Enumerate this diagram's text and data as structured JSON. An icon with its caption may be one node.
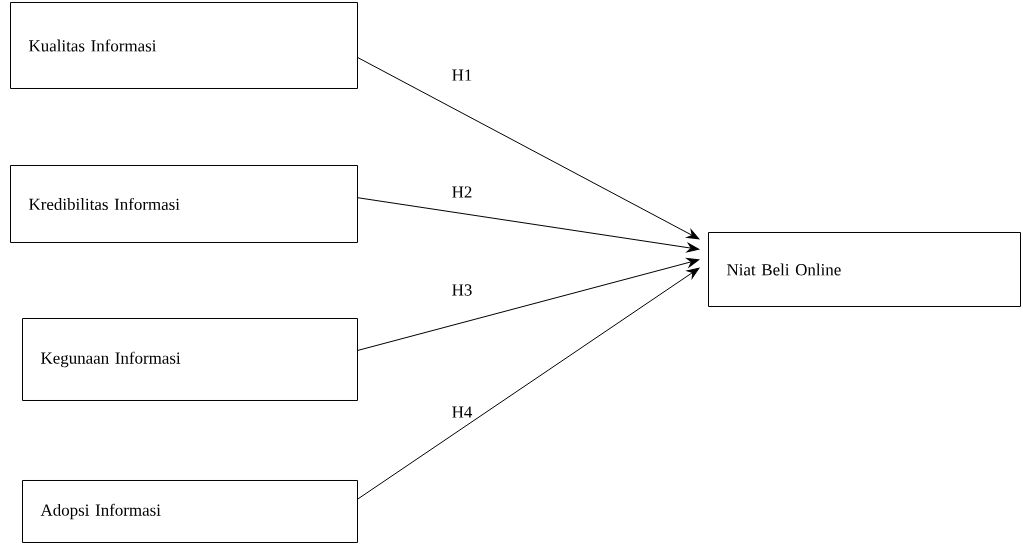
{
  "diagram": {
    "nodes": [
      {
        "text": [
          "Kualitas Informasi"
        ]
      },
      {
        "text": [
          "Kredibilitas Informasi"
        ]
      },
      {
        "text": [
          "Kegunaan Informasi"
        ]
      },
      {
        "text": [
          "Adopsi Informasi"
        ]
      },
      {
        "text": [
          "Niat Beli Online"
        ]
      }
    ],
    "edges": [
      {
        "from": 0,
        "to": 4,
        "arrow": "to",
        "label": "H1"
      },
      {
        "from": 1,
        "to": 4,
        "arrow": "to",
        "label": "H2"
      },
      {
        "from": 2,
        "to": 4,
        "arrow": "to",
        "label": "H3"
      },
      {
        "from": 3,
        "to": 4,
        "arrow": "to",
        "label": "H4"
      }
    ]
  }
}
